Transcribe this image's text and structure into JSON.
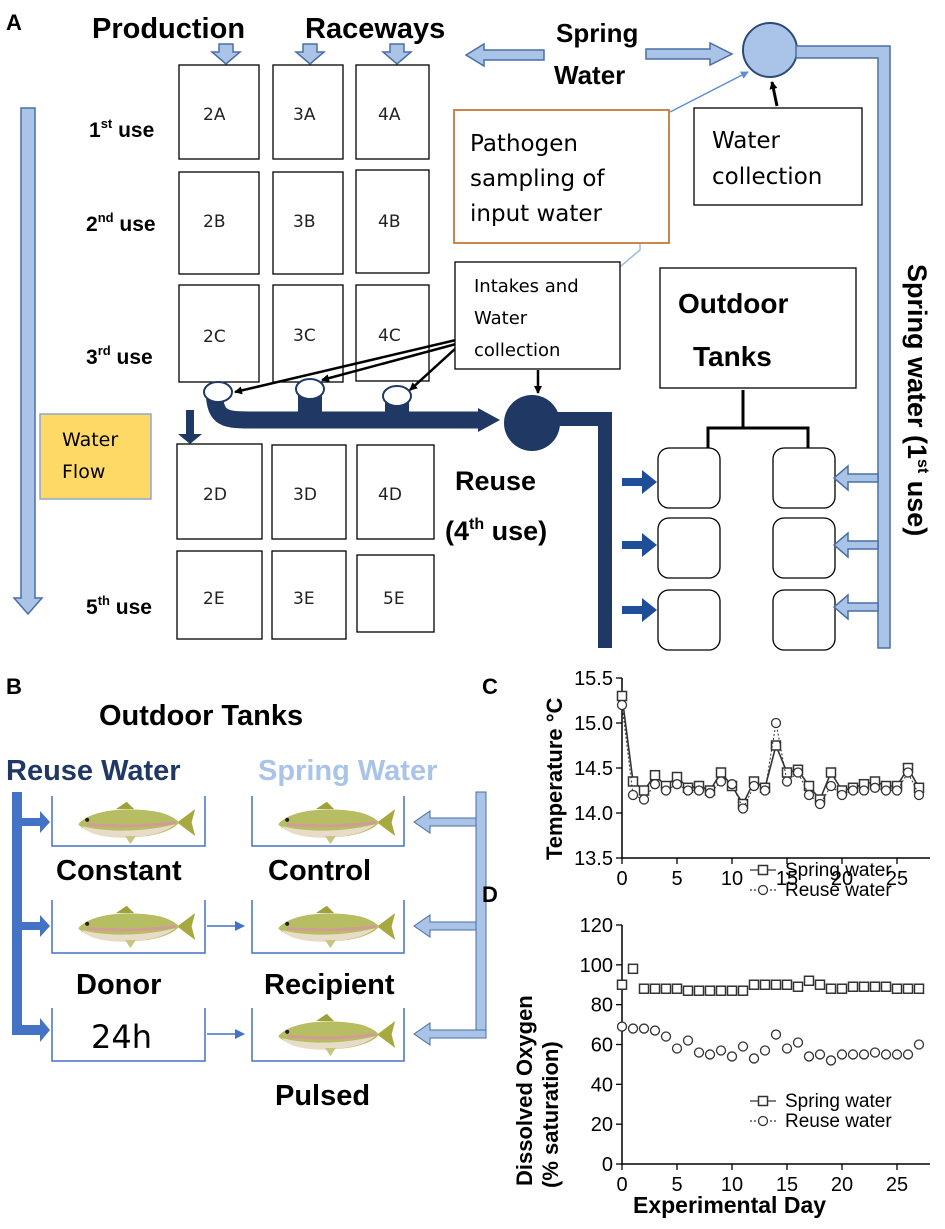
{
  "panel_labels": {
    "a": "A",
    "b": "B",
    "c": "C",
    "d": "D"
  },
  "panel_a": {
    "production_raceways": [
      "Production",
      "Raceways"
    ],
    "spring_water": [
      "Spring",
      "Water"
    ],
    "pathogen_sampling": [
      "Pathogen",
      "sampling of",
      "input water"
    ],
    "water_collection": [
      "Water",
      "collection"
    ],
    "intakes": [
      "Intakes and",
      "Water",
      "collection"
    ],
    "outdoor_tanks": [
      "Outdoor",
      "Tanks"
    ],
    "spring_water_vertical": "Spring water (1",
    "spring_water_vertical_sup": "st",
    "spring_water_vertical_end": " use)",
    "water_flow": [
      "Water",
      "Flow"
    ],
    "reuse": "Reuse",
    "reuse_sub_open": "(4",
    "reuse_sub_sup": "th",
    "reuse_sub_end": " use)",
    "use_rows": [
      {
        "num": "1",
        "sup": "st",
        "word": " use",
        "cells": [
          "2A",
          "3A",
          "4A"
        ]
      },
      {
        "num": "2",
        "sup": "nd",
        "word": " use",
        "cells": [
          "2B",
          "3B",
          "4B"
        ]
      },
      {
        "num": "3",
        "sup": "rd",
        "word": " use",
        "cells": [
          "2C",
          "3C",
          "4C"
        ]
      },
      {
        "num": "",
        "sup": "",
        "word": "",
        "cells": [
          "2D",
          "3D",
          "4D"
        ]
      },
      {
        "num": "5",
        "sup": "th",
        "word": " use",
        "cells": [
          "2E",
          "3E",
          "5E"
        ]
      }
    ]
  },
  "panel_b": {
    "title": "Outdoor  Tanks",
    "reuse_water": "Reuse Water",
    "spring_water": "Spring  Water",
    "tanks": [
      "Constant",
      "Control",
      "Donor",
      "Recipient",
      "24h",
      "Pulsed"
    ]
  },
  "colors": {
    "light_blue": "#a9c4e6",
    "dark_navy": "#1f3864",
    "mid_blue": "#4472c4",
    "water_flow_bg": "#ffd966",
    "sampling_border": "#c5783a"
  },
  "chart_data": [
    {
      "type": "line",
      "ylabel": "Temperature °C",
      "ylim": [
        13.5,
        15.5
      ],
      "xlim": [
        0,
        28
      ],
      "yticks": [
        "13.5",
        "14.0",
        "14.5",
        "15.0",
        "15.5"
      ],
      "xticks": [
        "0",
        "5",
        "10",
        "15",
        "20",
        "25"
      ],
      "x": [
        0,
        1,
        2,
        3,
        4,
        5,
        6,
        7,
        8,
        9,
        10,
        11,
        12,
        13,
        14,
        15,
        16,
        17,
        18,
        19,
        20,
        21,
        22,
        23,
        24,
        25,
        26,
        27
      ],
      "series": [
        {
          "name": "Spring water",
          "values": [
            15.3,
            14.35,
            14.25,
            14.42,
            14.3,
            14.4,
            14.28,
            14.3,
            14.25,
            14.45,
            14.3,
            14.1,
            14.35,
            14.28,
            14.75,
            14.45,
            14.48,
            14.3,
            14.15,
            14.45,
            14.25,
            14.28,
            14.32,
            14.35,
            14.3,
            14.3,
            14.5,
            14.28
          ]
        },
        {
          "name": "Reuse water",
          "values": [
            15.2,
            14.2,
            14.15,
            14.32,
            14.25,
            14.32,
            14.25,
            14.25,
            14.22,
            14.35,
            14.32,
            14.05,
            14.3,
            14.25,
            15.0,
            14.35,
            14.45,
            14.2,
            14.1,
            14.3,
            14.2,
            14.25,
            14.25,
            14.28,
            14.25,
            14.25,
            14.45,
            14.2
          ]
        }
      ]
    },
    {
      "type": "scatter",
      "ylabel": "Dissolved Oxygen (% saturation)",
      "xlabel": "Experimental Day",
      "ylim": [
        0,
        120
      ],
      "xlim": [
        0,
        28
      ],
      "yticks": [
        "0",
        "20",
        "40",
        "60",
        "80",
        "100",
        "120"
      ],
      "xticks": [
        "0",
        "5",
        "10",
        "15",
        "20",
        "25"
      ],
      "x": [
        0,
        1,
        2,
        3,
        4,
        5,
        6,
        7,
        8,
        9,
        10,
        11,
        12,
        13,
        14,
        15,
        16,
        17,
        18,
        19,
        20,
        21,
        22,
        23,
        24,
        25,
        26,
        27
      ],
      "series": [
        {
          "name": "Spring water",
          "values": [
            90,
            98,
            88,
            88,
            88,
            88,
            87,
            87,
            87,
            87,
            87,
            87,
            90,
            90,
            90,
            90,
            89,
            92,
            90,
            88,
            88,
            89,
            89,
            89,
            89,
            88,
            88,
            88
          ]
        },
        {
          "name": "Reuse water",
          "values": [
            69,
            68,
            68,
            67,
            64,
            58,
            62,
            56,
            55,
            57,
            54,
            59,
            53,
            57,
            65,
            58,
            61,
            54,
            55,
            52,
            55,
            55,
            55,
            56,
            55,
            55,
            55,
            60
          ]
        }
      ]
    }
  ]
}
